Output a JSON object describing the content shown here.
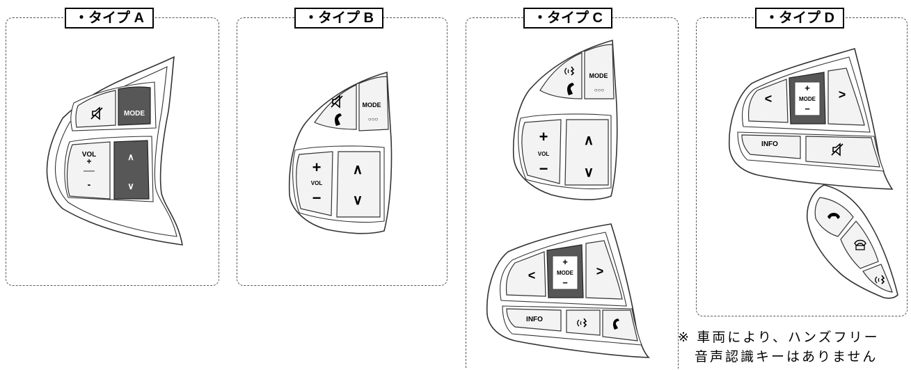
{
  "panels": {
    "a": {
      "title": "・タイプ A"
    },
    "b": {
      "title": "・タイプ B"
    },
    "c": {
      "title": "・タイプ C"
    },
    "d": {
      "title": "・タイプ D"
    }
  },
  "labels": {
    "mode": "MODE",
    "vol": "VOL",
    "info": "INFO",
    "plus": "+",
    "minus": "−",
    "minus_short": "-",
    "up": "∧",
    "down": "∨",
    "left": "<",
    "right": ">",
    "dots": "○○○"
  },
  "note": {
    "line1": "※ 車両により、ハンズフリー",
    "line2": "音声認識キーはありません"
  }
}
